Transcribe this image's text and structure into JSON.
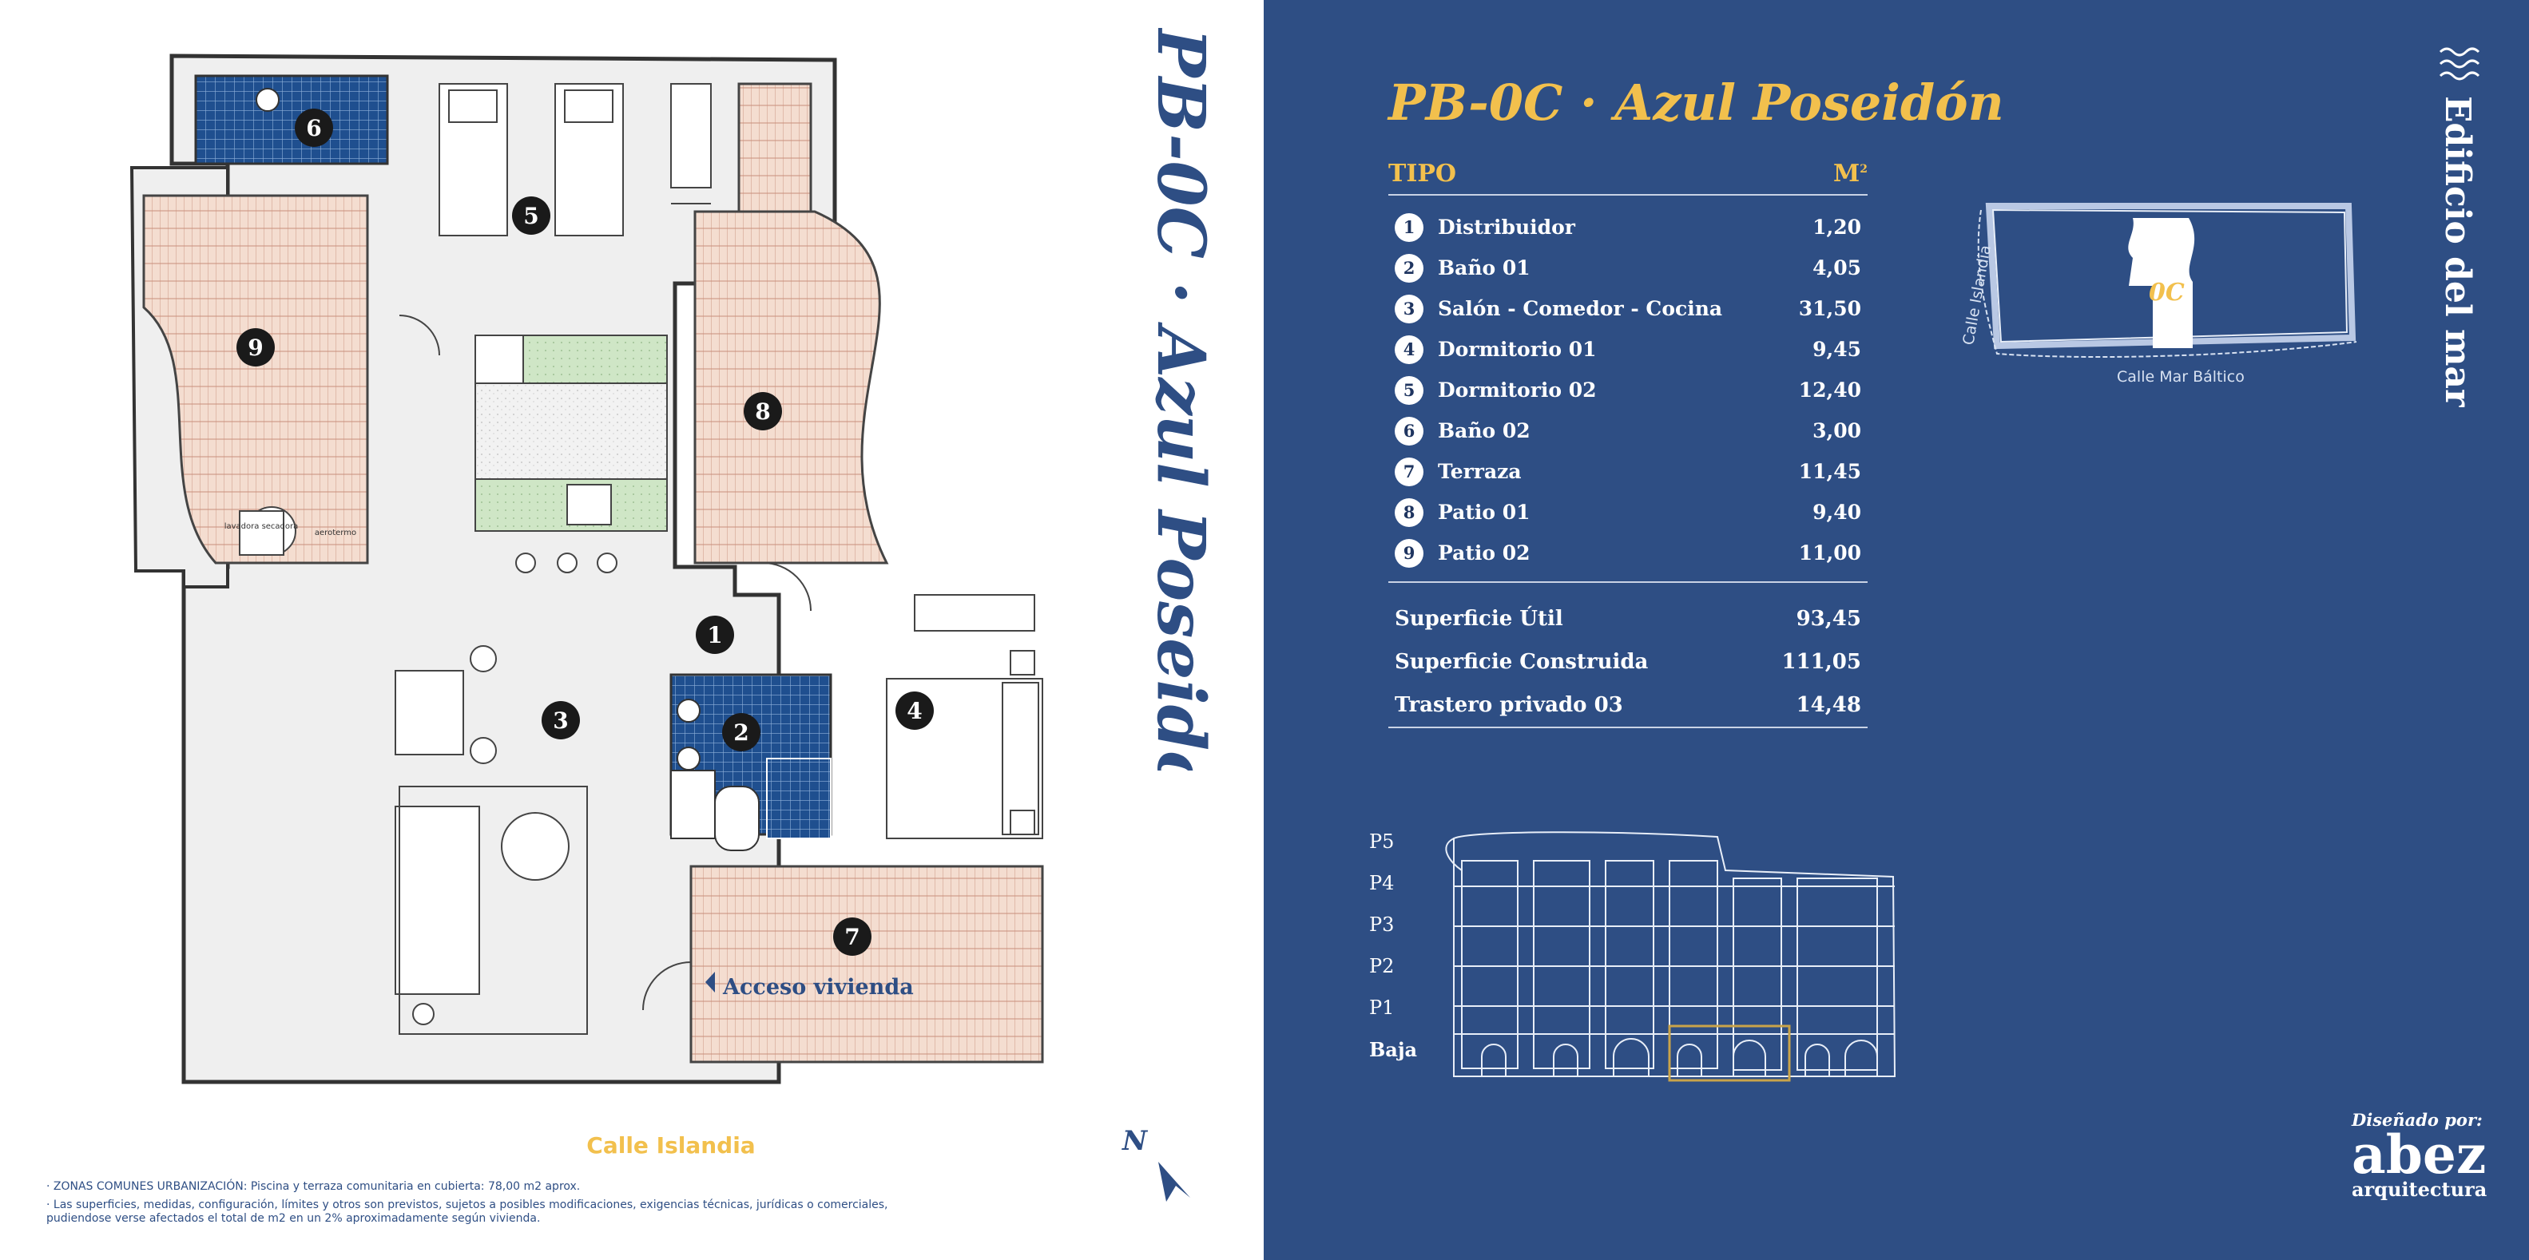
{
  "unit_title": "PB-0C · Azul Poseidón",
  "table": {
    "col_type": "TIPO",
    "col_area": "M",
    "col_area_sup": "2",
    "rooms": [
      {
        "n": "1",
        "name": "Distribuidor",
        "m2": "1,20"
      },
      {
        "n": "2",
        "name": "Baño 01",
        "m2": "4,05"
      },
      {
        "n": "3",
        "name": "Salón - Comedor - Cocina",
        "m2": "31,50"
      },
      {
        "n": "4",
        "name": "Dormitorio 01",
        "m2": "9,45"
      },
      {
        "n": "5",
        "name": "Dormitorio 02",
        "m2": "12,40"
      },
      {
        "n": "6",
        "name": "Baño 02",
        "m2": "3,00"
      },
      {
        "n": "7",
        "name": "Terraza",
        "m2": "11,45"
      },
      {
        "n": "8",
        "name": "Patio 01",
        "m2": "9,40"
      },
      {
        "n": "9",
        "name": "Patio 02",
        "m2": "11,00"
      }
    ],
    "totals": [
      {
        "name": "Superficie Útil",
        "m2": "93,45"
      },
      {
        "name": "Superficie Construida",
        "m2": "111,05"
      },
      {
        "name": "Trastero privado 03",
        "m2": "14,48"
      }
    ]
  },
  "plan": {
    "access_label": "Acceso vivienda",
    "appliance_1": "lavadora secadora",
    "appliance_2": "aerotermo",
    "street": "Calle Islandia",
    "north": "N"
  },
  "site": {
    "unit_code": "0C",
    "street_left": "Calle Islandia",
    "street_bottom": "Calle Mar Báltico"
  },
  "brand_vertical": "Edificio del mar",
  "floors": [
    "P5",
    "P4",
    "P3",
    "P2",
    "P1",
    "Baja"
  ],
  "footnotes": [
    "· ZONAS COMUNES URBANIZACIÓN: Piscina y terraza comunitaria en cubierta: 78,00 m2 aprox.",
    "· Las superficies, medidas, configuración, límites y otros son previstos, sujetos a posibles modificaciones, exigencias técnicas, jurídicas o comerciales, pudiendose verse afectados el total de m2  en un 2% aproximadamente según vivienda."
  ],
  "designed_by": {
    "label": "Diseñado por:",
    "brand": "abez",
    "sub": "arquitectura"
  },
  "colors": {
    "navy": "#2e4e84",
    "gold": "#f2c04d",
    "tile": "#1f4f8f",
    "wood": "#e8c9b4",
    "kitchen": "#cfe6c6"
  }
}
